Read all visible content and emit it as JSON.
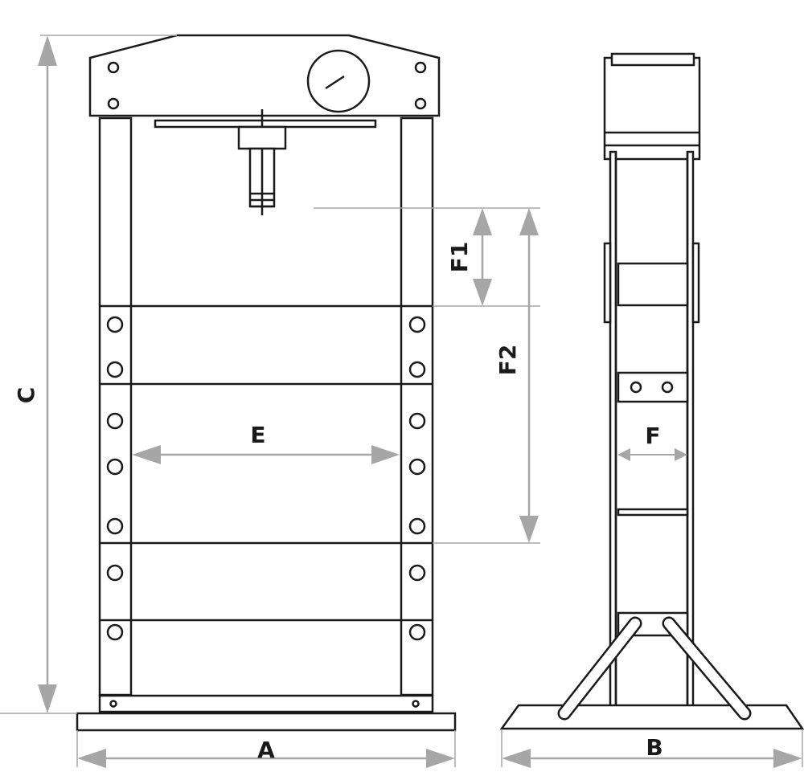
{
  "dimensions": {
    "A": "A",
    "B": "B",
    "C": "C",
    "E": "E",
    "F": "F",
    "F1": "F1",
    "F2": "F2"
  },
  "colors": {
    "outline": "#1a1a1a",
    "dimension": "#a6a6a6",
    "background": "#ffffff"
  },
  "views": [
    "front-view",
    "side-view"
  ]
}
